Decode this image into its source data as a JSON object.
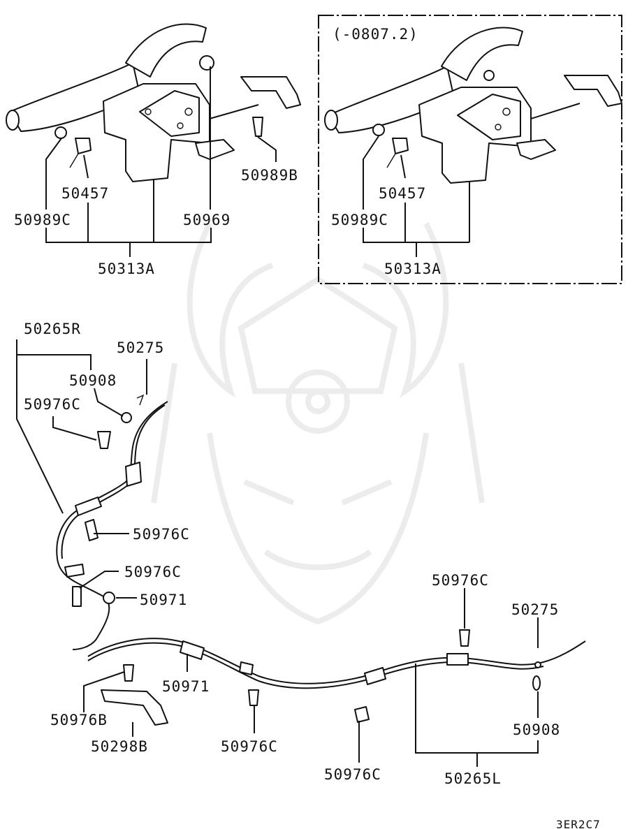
{
  "diagram": {
    "callouts": {
      "top_left": {
        "p50457": "50457",
        "p50989C": "50989C",
        "p50969": "50969",
        "p50989B": "50989B",
        "p50313A": "50313A"
      },
      "top_right": {
        "date_range": "(-0807.2)",
        "p50457": "50457",
        "p50989C": "50989C",
        "p50313A": "50313A"
      },
      "cable": {
        "p50265R": "50265R",
        "p50275_a": "50275",
        "p50908_a": "50908",
        "p50976C_a": "50976C",
        "p50976C_b": "50976C",
        "p50976C_c": "50976C",
        "p50971_a": "50971",
        "p50976C_d": "50976C",
        "p50275_b": "50275",
        "p50971_b": "50971",
        "p50976B": "50976B",
        "p50298B": "50298B",
        "p50976C_e": "50976C",
        "p50976C_f": "50976C",
        "p50908_b": "50908",
        "p50265L": "50265L"
      }
    },
    "diagram_code": "3ER2C7"
  }
}
